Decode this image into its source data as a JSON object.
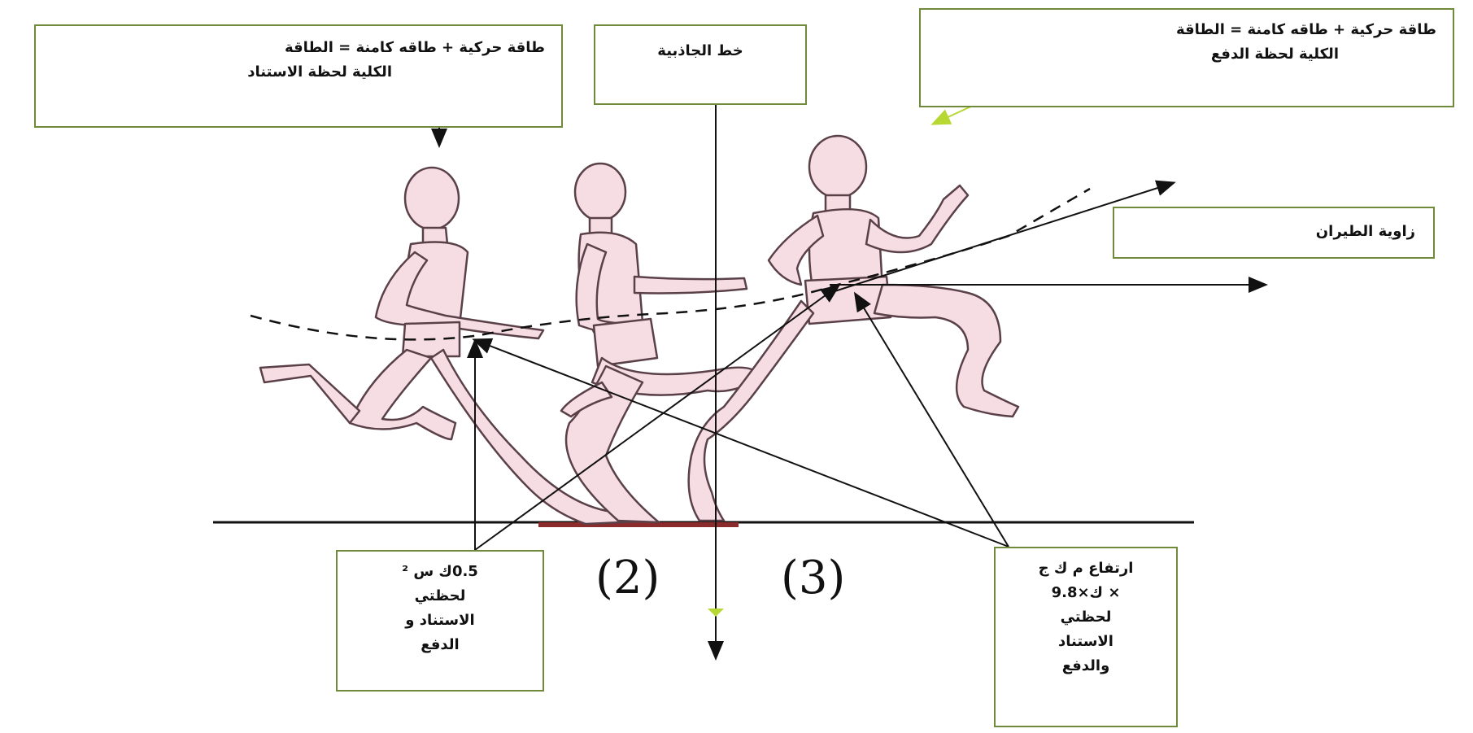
{
  "boxes": {
    "support_energy": [
      "طاقة حركية + طاقه كامنة = الطاقة",
      "الكلية لحظة الاستناد"
    ],
    "gravity_line": [
      "خط الجاذبية"
    ],
    "push_energy": [
      "طاقة حركية + طاقه كامنة = الطاقة",
      "الكلية لحظة الدفع"
    ],
    "flight_angle": [
      "زاوية الطيران"
    ],
    "kinetic_formula": [
      "0.5ك س ²",
      "لحظتي",
      "الاستناد و",
      "الدفع"
    ],
    "potential_formula": [
      "ارتفاع م ك ج",
      "× ك×9.8",
      "لحظتي",
      "الاستناد",
      "والدفع"
    ]
  },
  "phase_labels": {
    "phase2": "(2)",
    "phase3": "(3)"
  },
  "colors": {
    "box_border": "#6f8a3a",
    "body_fill": "#f6dde3",
    "body_outline": "#5a4048",
    "ground_pad": "#8c2b2b",
    "marker": "#b7d832"
  }
}
